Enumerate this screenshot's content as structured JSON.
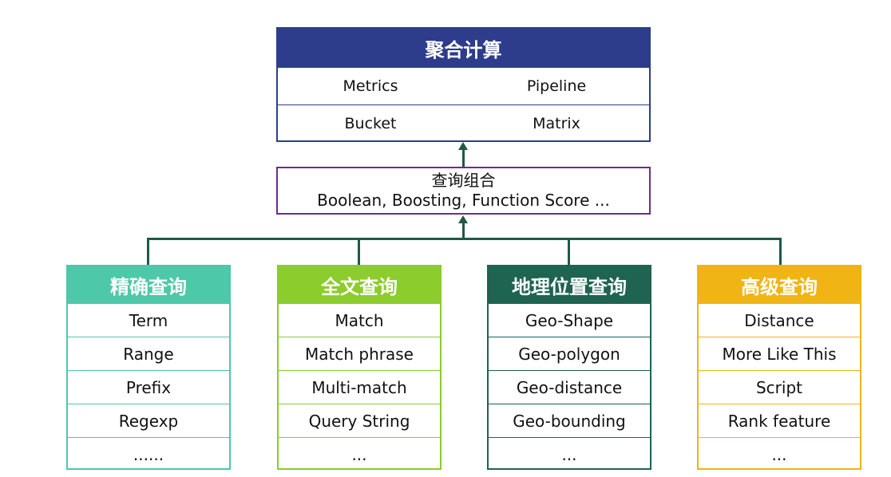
{
  "aggregation": {
    "title": "聚合计算",
    "row1": [
      "Metrics",
      "Pipeline"
    ],
    "row2": [
      "Bucket",
      "Matrix"
    ]
  },
  "combination": {
    "title": "查询组合",
    "subtitle": "Boolean, Boosting, Function Score ..."
  },
  "categories": [
    {
      "title": "精确查询",
      "color": "#4dc8a8",
      "items": [
        "Term",
        "Range",
        "Prefix",
        "Regexp",
        "......"
      ]
    },
    {
      "title": "全文查询",
      "color": "#8ccc2c",
      "items": [
        "Match",
        "Match phrase",
        "Multi-match",
        "Query String",
        "..."
      ]
    },
    {
      "title": "地理位置查询",
      "color": "#1e6450",
      "items": [
        "Geo-Shape",
        "Geo-polygon",
        "Geo-distance",
        "Geo-bounding",
        "..."
      ]
    },
    {
      "title": "高级查询",
      "color": "#f0b414",
      "items": [
        "Distance",
        "More Like This",
        "Script",
        "Rank feature",
        "..."
      ]
    }
  ],
  "colors": {
    "aggregation_header": "#2e3c8c",
    "combination_border": "#6b2c91",
    "connector": "#1e5a45"
  }
}
